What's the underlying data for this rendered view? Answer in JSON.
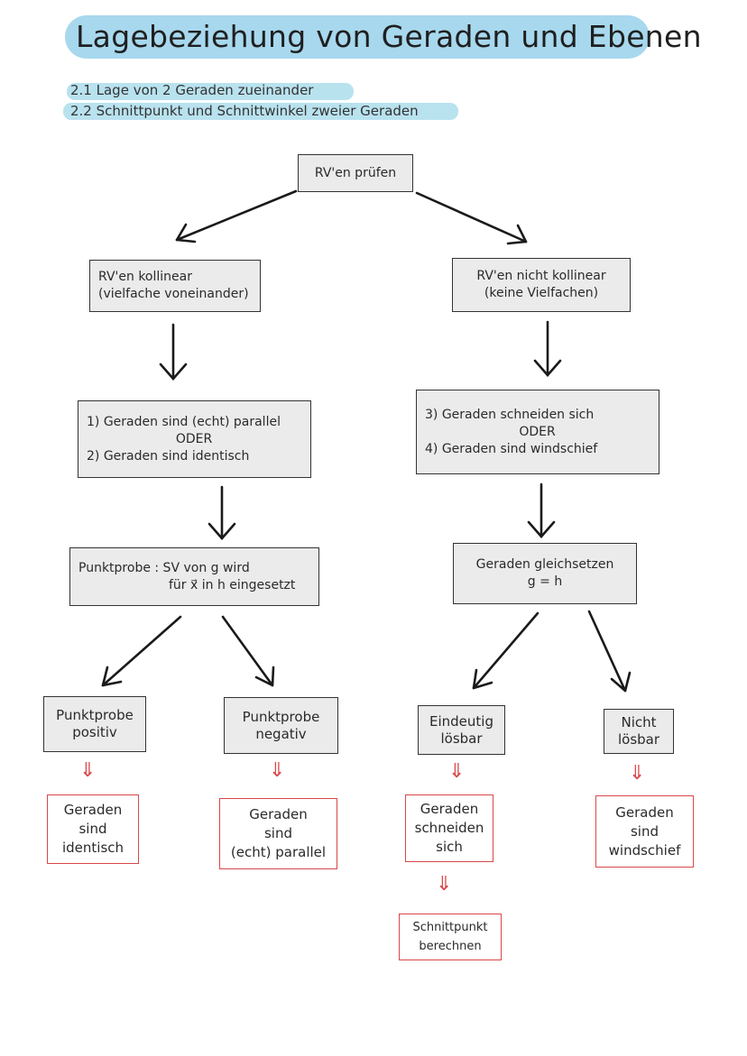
{
  "title": "Lagebeziehung von Geraden und Ebenen",
  "subtitles": [
    "2.1 Lage von 2 Geraden zueinander",
    "2.2 Schnittpunkt und Schnittwinkel zweier Geraden"
  ],
  "nodes": {
    "root": "RV'en prüfen",
    "collinear": [
      "RV'en kollinear",
      "(vielfache voneinander)"
    ],
    "not_collinear": [
      "RV'en nicht kollinear",
      "(keine Vielfachen)"
    ],
    "parallel_or_identical": [
      "1) Geraden sind (echt) parallel",
      "ODER",
      "2) Geraden sind identisch"
    ],
    "intersect_or_skew": [
      "3) Geraden schneiden sich",
      "ODER",
      "4) Geraden sind windschief"
    ],
    "point_test": [
      "Punktprobe : SV von g wird",
      "für x⃗ in h eingesetzt"
    ],
    "equate": [
      "Geraden gleichsetzen",
      "g = h"
    ],
    "test_positive": [
      "Punktprobe",
      "positiv"
    ],
    "test_negative": [
      "Punktprobe",
      "negativ"
    ],
    "unique_solvable": [
      "Eindeutig",
      "lösbar"
    ],
    "not_solvable": [
      "Nicht",
      "lösbar"
    ],
    "result_identical": [
      "Geraden",
      "sind",
      "identisch"
    ],
    "result_parallel": [
      "Geraden",
      "sind",
      "(echt) parallel"
    ],
    "result_intersect": [
      "Geraden",
      "schneiden",
      "sich"
    ],
    "result_skew": [
      "Geraden",
      "sind",
      "windschief"
    ],
    "compute_point": [
      "Schnittpunkt",
      "berechnen"
    ]
  },
  "implication_symbol": "⇓",
  "colors": {
    "title_highlight": "#a7d8ee",
    "subtitle_highlight": "#b9e2ef",
    "box_fill": "#ebebeb",
    "result_border": "#d9474a",
    "implication_arrow": "#d9474a"
  }
}
